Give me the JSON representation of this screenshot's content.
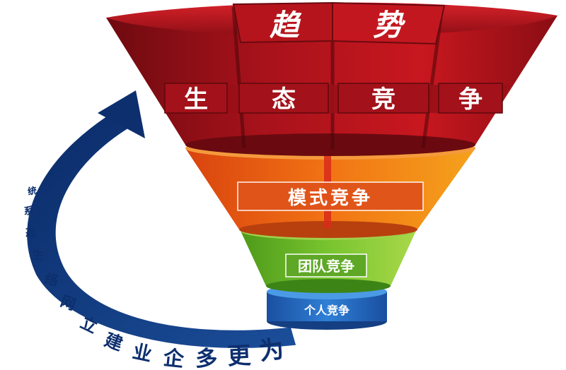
{
  "funnel": {
    "trend_chars": [
      "趋",
      "势"
    ],
    "eco_chars": [
      "生",
      "态",
      "竞",
      "争"
    ],
    "model_label": "模式竞争",
    "team_label": "团队竞争",
    "personal_label": "个人竞争"
  },
  "arrow": {
    "text_chars": [
      "统",
      "系",
      "态",
      "生",
      "络",
      "网",
      "立",
      "建",
      "业",
      "企",
      "多",
      "更",
      "为"
    ]
  },
  "colors": {
    "red_dark": "#7a0b12",
    "red": "#c0151f",
    "orange": "#ef6a12",
    "green": "#6ab92a",
    "blue": "#1d5fb8",
    "navy": "#0d2f6e"
  }
}
